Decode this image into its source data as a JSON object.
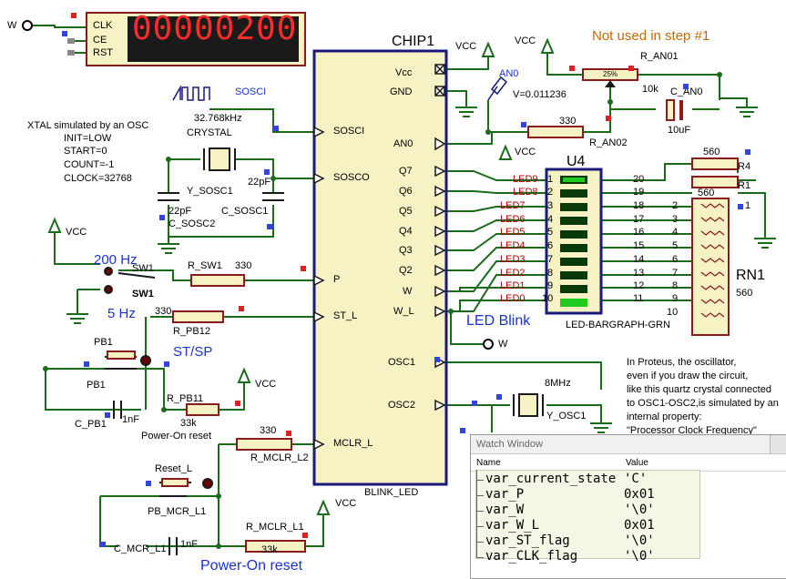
{
  "labels": {
    "w_in": "W",
    "w_out": "W",
    "clk": "CLK",
    "ce": "CE",
    "rst": "RST",
    "counter_digits": "00000200",
    "chip_title": "CHIP1",
    "chip_name": "BLINK_LED",
    "vcc": "VCC",
    "an0_probe": "AN0",
    "probe_voltage": "V=0.011236",
    "not_used": "Not used in step #1",
    "r_an01": "R_AN01",
    "pot_pct": "25%",
    "pot_val": "10k",
    "c_an0": "C_AN0",
    "c_an0_val": "10uF",
    "r_an02_val": "330",
    "r_an02": "R_AN02",
    "sosci_src": "SOSCI",
    "freq_32k": "32.768kHz",
    "xtal_note": [
      "XTAL simulated by an OSC",
      "INIT=LOW",
      "START=0",
      "COUNT=-1",
      "CLOCK=32768"
    ],
    "crystal": "CRYSTAL",
    "y_sosc1": "Y_SOSC1",
    "cap22a": "22pF",
    "cap22b": "22pF",
    "c_sosc2": "C_SOSC2",
    "c_sosc1": "C_SOSC1",
    "hz200": "200 Hz",
    "hz5": "5 Hz",
    "sw1a": "SW1",
    "sw1b": "SW1",
    "r_sw1": "R_SW1",
    "r_sw1_val": "330",
    "r_pb12_val": "330",
    "r_pb12": "R_PB12",
    "st_sp": "ST/SP",
    "pb1a": "PB1",
    "pb1b": "PB1",
    "r_pb11": "R_PB11",
    "c_pb1": "C_PB1",
    "nf1": "1nF",
    "k33a": "33k",
    "por1": "Power-On reset",
    "r_mcl_val": "330",
    "r_mcr_l2": "R_MCLR_L2",
    "reset_l": "Reset_L",
    "pb_mcr": "PB_MCR_L1",
    "c_mcr": "C_MCR_L1",
    "nf2": "1nF",
    "r_mcr_l1": "R_MCLR_L1",
    "k33b": "33k",
    "por2": "Power-On reset",
    "u4": "U4",
    "bargraph": "LED-BARGRAPH-GRN",
    "rn1": "RN1",
    "rn1_val": "560",
    "r4": "R4",
    "r1": "R1",
    "r4_val": "560",
    "r1_val": "560",
    "one": "1",
    "led_blink": "LED Blink",
    "mhz8": "8MHz",
    "y_osc1": "Y_OSC1",
    "proteus_note": [
      "In Proteus, the oscillator,",
      "even if you draw the circuit,",
      "like this quartz crystal connected",
      "to OSC1-OSC2,is simulated by an",
      "internal property:",
      "\"Processor Clock Frequency\""
    ]
  },
  "chip_pins_left": [
    "SOSCI",
    "SOSCO",
    "P",
    "ST_L",
    "MCLR_L"
  ],
  "chip_pins_right": [
    "Vcc",
    "GND",
    "AN0",
    "Q7",
    "Q6",
    "Q5",
    "Q4",
    "Q3",
    "Q2",
    "W",
    "W_L",
    "OSC1",
    "OSC2"
  ],
  "led_labels": [
    "LED9",
    "LED8",
    "LED7",
    "LED6",
    "LED5",
    "LED4",
    "LED3",
    "LED2",
    "LED1",
    "LED0"
  ],
  "bar_left_pins": [
    "1",
    "2",
    "3",
    "4",
    "5",
    "6",
    "7",
    "8",
    "9",
    "10"
  ],
  "bar_right_pins": [
    "20",
    "19",
    "18",
    "17",
    "16",
    "15",
    "14",
    "13",
    "12",
    "11"
  ],
  "rn_left_pins": [
    "2",
    "3",
    "4",
    "5",
    "6",
    "7",
    "8",
    "9",
    "10"
  ],
  "watch": {
    "title": "Watch Window",
    "col_name": "Name",
    "col_value": "Value",
    "rows": [
      {
        "name": "var_current_state",
        "value": "'C'"
      },
      {
        "name": "var_P",
        "value": "0x01"
      },
      {
        "name": "var_W",
        "value": "'\\0'"
      },
      {
        "name": "var_W_L",
        "value": "0x01"
      },
      {
        "name": "var_ST_flag",
        "value": "'\\0'"
      },
      {
        "name": "var_CLK_flag",
        "value": "'\\0'"
      }
    ]
  },
  "colors": {
    "wire": "#1a6b1a",
    "chip_fill": "#f7f2c4",
    "chip_border": "#1a1a7a",
    "part_fill": "#f7f2c4",
    "part_border": "#8b1a1a",
    "display_bg": "#1a1a1a",
    "segment": "#ff2a2a",
    "blue_text": "#1a33cc",
    "orange_text": "#c46a00",
    "led_green": "#1ecb1e"
  }
}
